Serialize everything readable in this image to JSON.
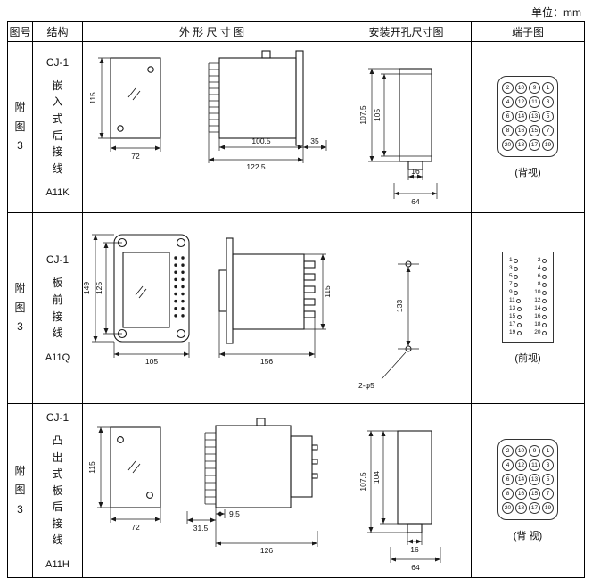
{
  "unit": "单位：mm",
  "headers": {
    "fig": "图号",
    "structure": "结构",
    "outline": "外 形 尺 寸 图",
    "mounting": "安装开孔尺寸图",
    "terminal": "端子图"
  },
  "rows": [
    {
      "fig_chars": [
        "附",
        "图",
        "3"
      ],
      "model": "CJ-1",
      "structure_chars": [
        "嵌",
        "入",
        "式",
        "后",
        "接",
        "线"
      ],
      "code": "A11K",
      "outline": {
        "h": "115",
        "w": "72",
        "d1": "100.5",
        "d2": "122.5",
        "d3": "35"
      },
      "mounting": {
        "h1": "107.5",
        "h2": "105",
        "w1": "16",
        "w2": "64"
      },
      "terminal": {
        "caption": "(背视)",
        "pins": [
          "2",
          "10",
          "9",
          "1",
          "4",
          "12",
          "11",
          "3",
          "6",
          "14",
          "13",
          "5",
          "8",
          "16",
          "15",
          "7",
          "20",
          "18",
          "17",
          "19"
        ]
      }
    },
    {
      "fig_chars": [
        "附",
        "图",
        "3"
      ],
      "model": "CJ-1",
      "structure_chars": [
        "板",
        "前",
        "接",
        "线"
      ],
      "code": "A11Q",
      "outline": {
        "h1": "149",
        "h2": "125",
        "w": "105",
        "d1": "156",
        "d2": "115"
      },
      "mounting": {
        "h": "133",
        "label": "2-φ5"
      },
      "terminal": {
        "caption": "(前视)",
        "pairs": [
          {
            "l": "1",
            "r": "2"
          },
          {
            "l": "3",
            "r": "4"
          },
          {
            "l": "5",
            "r": "6"
          },
          {
            "l": "7",
            "r": "8"
          },
          {
            "l": "9",
            "r": "10"
          },
          {
            "l": "11",
            "r": "12"
          },
          {
            "l": "13",
            "r": "14"
          },
          {
            "l": "15",
            "r": "16"
          },
          {
            "l": "17",
            "r": "18"
          },
          {
            "l": "19",
            "r": "20"
          }
        ]
      }
    },
    {
      "fig_chars": [
        "附",
        "图",
        "3"
      ],
      "model": "CJ-1",
      "structure_chars": [
        "凸",
        "出",
        "式",
        "板",
        "后",
        "接",
        "线"
      ],
      "code": "A11H",
      "outline": {
        "h": "115",
        "w": "72",
        "d1": "31.5",
        "d2": "9.5",
        "d3": "126"
      },
      "mounting": {
        "h1": "107.5",
        "h2": "104",
        "w1": "16",
        "w2": "64"
      },
      "terminal": {
        "caption": "(背 视)",
        "pins": [
          "2",
          "10",
          "9",
          "1",
          "4",
          "12",
          "11",
          "3",
          "6",
          "14",
          "13",
          "5",
          "8",
          "16",
          "15",
          "7",
          "20",
          "18",
          "17",
          "19"
        ]
      }
    }
  ]
}
